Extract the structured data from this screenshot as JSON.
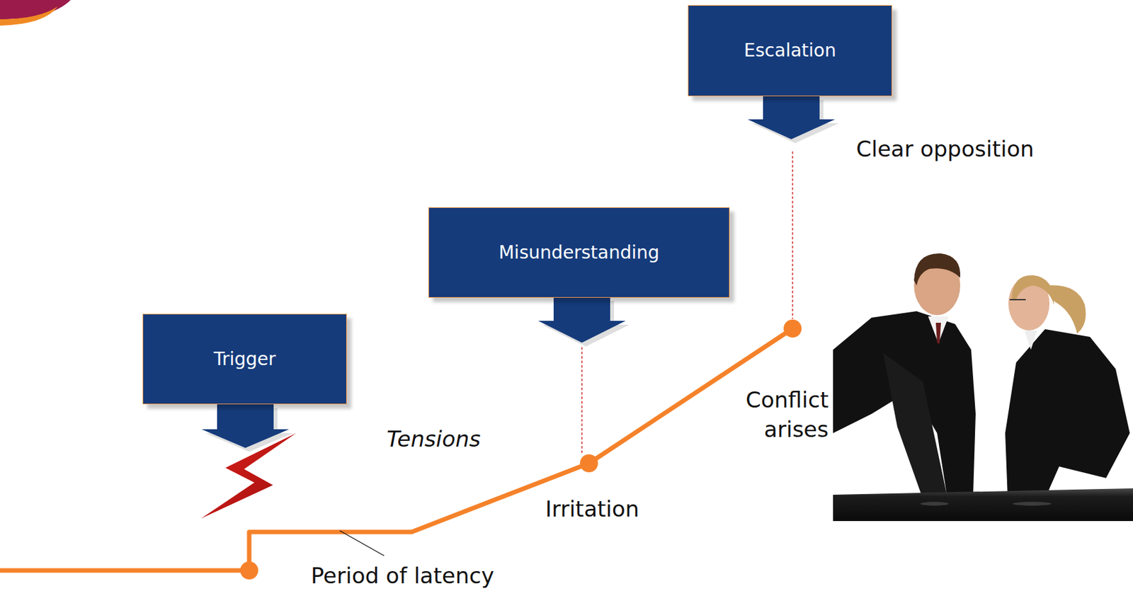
{
  "diagram": {
    "nodes": [
      {
        "text": [
          "Trigger"
        ]
      },
      {
        "text": [
          "Misunderstanding"
        ]
      },
      {
        "text": [
          "Escalation"
        ]
      }
    ],
    "labels": [
      "Clear opposition",
      "Tensions",
      "Conflict arises",
      "Irritation",
      "Period of latency"
    ]
  }
}
